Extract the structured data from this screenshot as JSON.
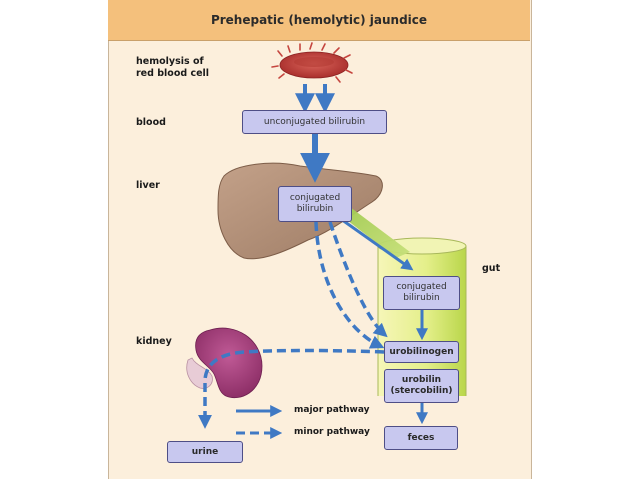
{
  "title": "Prehepatic (hemolytic) jaundice",
  "labels": {
    "hemolysis": "hemolysis of\nred blood cell",
    "blood": "blood",
    "liver": "liver",
    "gut": "gut",
    "kidney": "kidney"
  },
  "boxes": {
    "unconjugated": "unconjugated bilirubin",
    "conjugated_liver": "conjugated\nbilirubin",
    "conjugated_gut": "conjugated\nbilirubin",
    "urobilinogen": "urobilinogen",
    "urobilin": "urobilin\n(stercobilin)",
    "feces": "feces",
    "urine": "urine"
  },
  "legend": {
    "major": "major pathway",
    "minor": "minor pathway"
  },
  "colors": {
    "arrow": "#3f79c4",
    "box_fill": "#c8c8ef",
    "header": "#f4c07c",
    "panel": "#fcefdc"
  }
}
